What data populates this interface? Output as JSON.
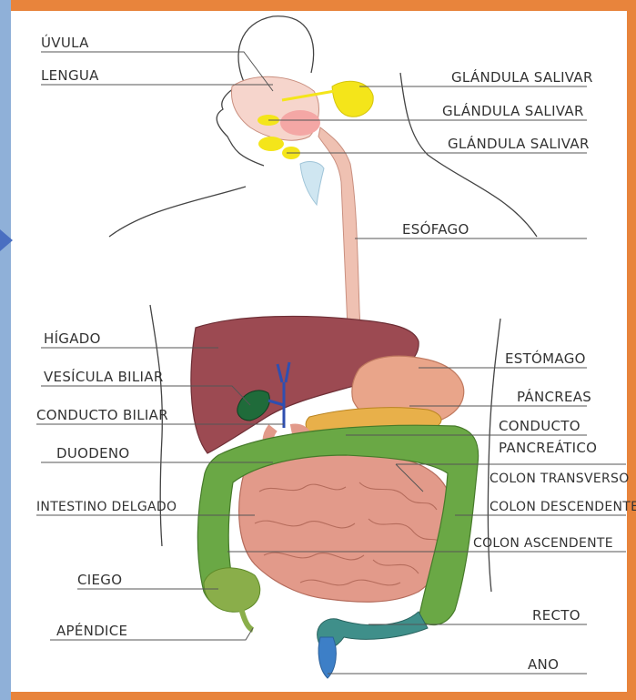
{
  "labels": {
    "uvula": "ÚVULA",
    "lengua": "LENGUA",
    "glandula_salivar_1": "GLÁNDULA SALIVAR",
    "glandula_salivar_2": "GLÁNDULA SALIVAR",
    "glandula_salivar_3": "GLÁNDULA SALIVAR",
    "esofago": "ESÓFAGO",
    "higado": "HÍGADO",
    "vesicula_biliar": "VESÍCULA BILIAR",
    "conducto_biliar": "CONDUCTO BILIAR",
    "duodeno": "DUODENO",
    "intestino_delgado": "INTESTINO DELGADO",
    "ciego": "CIEGO",
    "apendice": "APÉNDICE",
    "estomago": "ESTÓMAGO",
    "pancreas": "PÁNCREAS",
    "conducto_pancreatico_1": "CONDUCTO",
    "conducto_pancreatico_2": "PANCREÁTICO",
    "colon_transverso": "COLON TRANSVERSO",
    "colon_descendente": "COLON DESCENDENTE",
    "colon_ascendente": "COLON ASCENDENTE",
    "recto": "RECTO",
    "ano": "ANO"
  },
  "colors": {
    "frame": "#e8843c",
    "side_strip": "#8fb0d8",
    "liver": "#9c4a52",
    "gallbladder": "#1f6b3a",
    "bile_duct": "#2f4fb0",
    "stomach": "#e9a58a",
    "pancreas": "#e8b04a",
    "large_intestine": "#6aa845",
    "small_intestine": "#e29a8a",
    "esophagus": "#efc1b2",
    "salivary_glands": "#f4e51a",
    "rectum": "#3f8f8a",
    "anus": "#3d7fc7"
  }
}
